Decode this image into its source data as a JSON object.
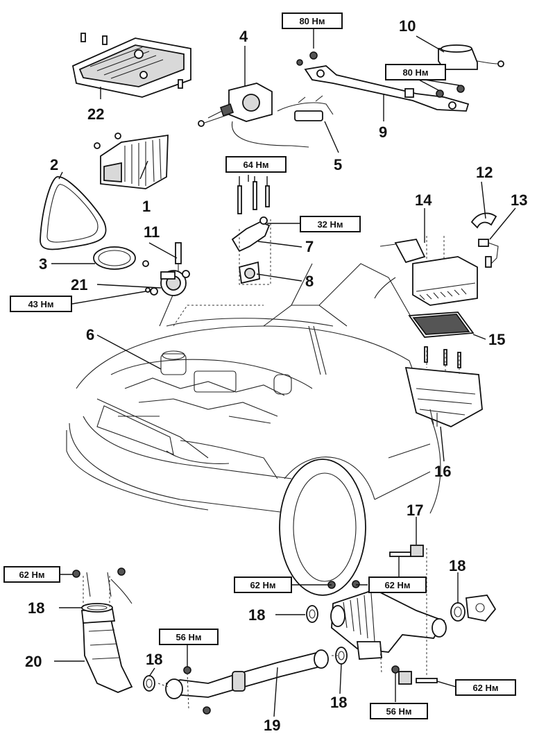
{
  "callouts": {
    "n1": "1",
    "n2": "2",
    "n3": "3",
    "n4": "4",
    "n5": "5",
    "n6": "6",
    "n7": "7",
    "n8": "8",
    "n9": "9",
    "n10": "10",
    "n11": "11",
    "n12": "12",
    "n13": "13",
    "n14": "14",
    "n15": "15",
    "n16": "16",
    "n17": "17",
    "n18a": "18",
    "n18b": "18",
    "n18c": "18",
    "n18d": "18",
    "n18e": "18",
    "n19": "19",
    "n20": "20",
    "n21": "21",
    "n22": "22"
  },
  "torques": {
    "t80a": "80 Нм",
    "t80b": "80 Нм",
    "t64": "64 Нм",
    "t32": "32 Нм",
    "t43": "43 Нм",
    "t62a": "62 Нм",
    "t62b": "62 Нм",
    "t62c": "62 Нм",
    "t62d": "62 Нм",
    "t56a": "56 Нм",
    "t56b": "56 Нм"
  }
}
